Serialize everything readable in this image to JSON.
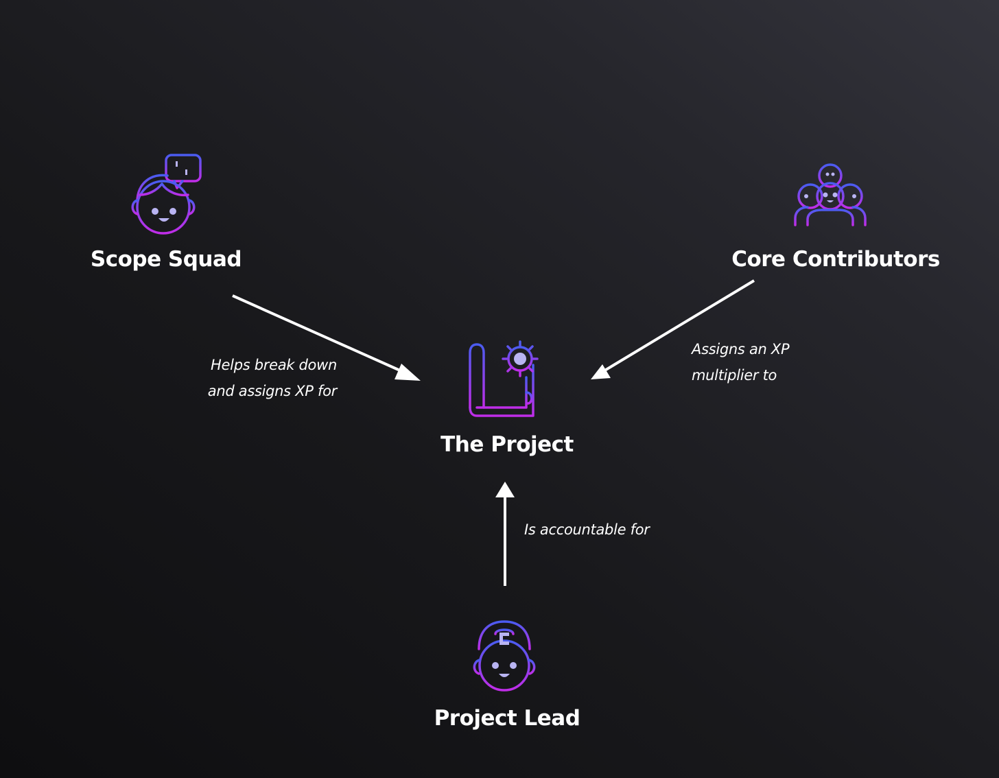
{
  "nodes": {
    "scope_squad": {
      "title": "Scope Squad",
      "icon": "person-with-chat-bubble-icon"
    },
    "core_contributors": {
      "title": "Core Contributors",
      "icon": "group-of-people-icon"
    },
    "the_project": {
      "title": "The Project",
      "icon": "blueprint-with-gear-icon"
    },
    "project_lead": {
      "title": "Project Lead",
      "icon": "person-with-cap-icon"
    }
  },
  "edges": [
    {
      "from": "Scope Squad",
      "to": "The Project",
      "label_lines": [
        "Helps break down",
        "and assigns XP for"
      ]
    },
    {
      "from": "Core Contributors",
      "to": "The Project",
      "label_lines": [
        "Assigns an XP",
        "multiplier to"
      ]
    },
    {
      "from": "Project Lead",
      "to": "The Project",
      "label_lines": [
        "Is accountable for"
      ]
    }
  ],
  "colors": {
    "background_dark": "#0e0e10",
    "background_light": "#34343c",
    "icon_gradient_top": "#4a5cf0",
    "icon_gradient_bottom": "#c02de8",
    "icon_face_fill": "#b9b4f2",
    "text": "#ffffff",
    "arrow": "#ffffff"
  }
}
